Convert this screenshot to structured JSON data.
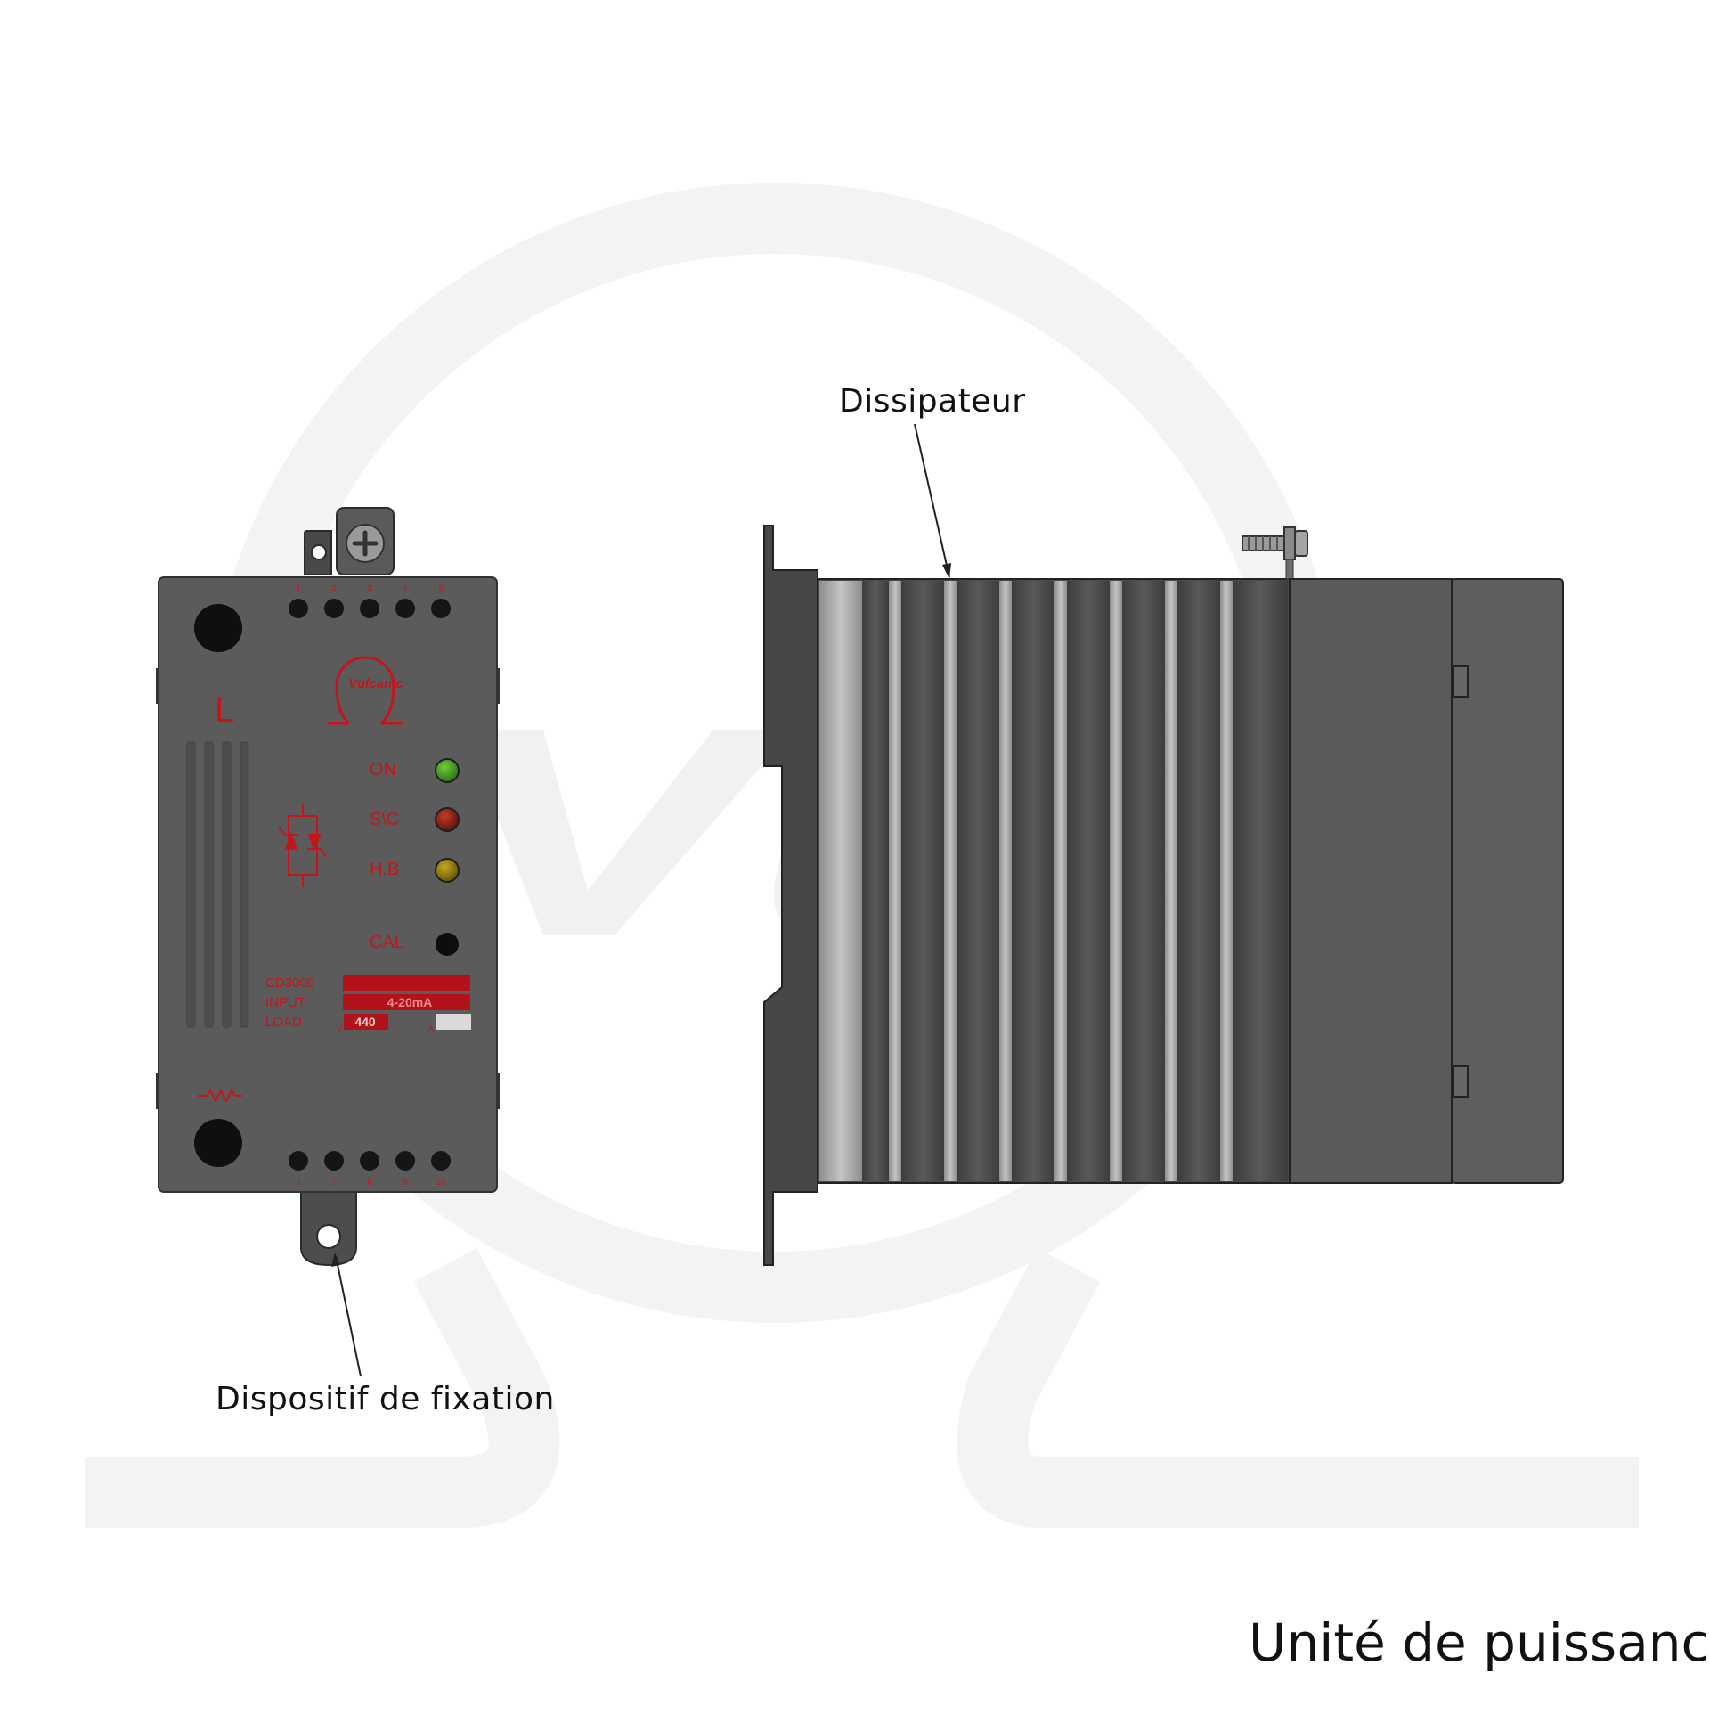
{
  "title": "Unité de puissance",
  "callouts": {
    "heatsink": "Dissipateur",
    "mounting": "Dispositif de fixation"
  },
  "front_panel": {
    "brand": "Vulcanic",
    "side_letter": "L",
    "terminals_top": [
      "1",
      "2",
      "3",
      "4",
      "5"
    ],
    "terminals_bottom": [
      "6",
      "7",
      "8",
      "9",
      "10"
    ],
    "leds": [
      {
        "label": "ON",
        "color": "#3e8a22"
      },
      {
        "label": "S\\C",
        "color": "#8a1d16"
      },
      {
        "label": "H.B",
        "color": "#8f7c12"
      }
    ],
    "cal_label": "CAL",
    "nameplate": {
      "model": "CD3000",
      "input_label": "INPUT",
      "input_value": "4-20mA",
      "load_label": "LOAD",
      "voltage_unit": "V",
      "voltage_value": "440",
      "current_unit": "A",
      "current_value": ""
    }
  },
  "colors": {
    "housing": "#5b5b5b",
    "brand_red": "#c4141c",
    "heatsink_fin": "#a8a8a8"
  }
}
